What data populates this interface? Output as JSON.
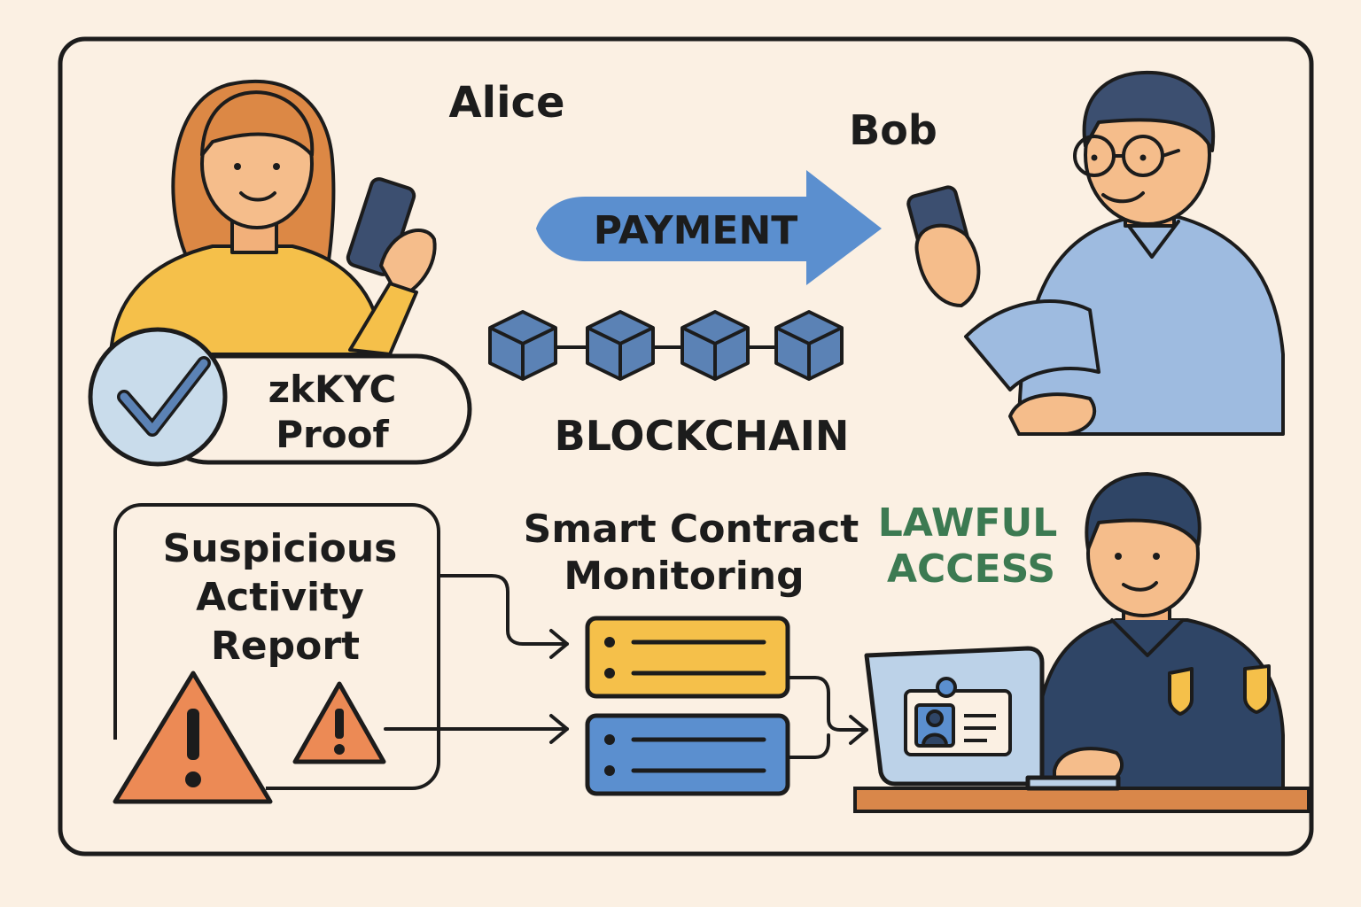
{
  "labels": {
    "alice": "Alice",
    "bob": "Bob",
    "payment": "PAYMENT",
    "blockchain": "BLOCKCHAIN",
    "zkkyc_line1": "zkKYC",
    "zkkyc_line2": "Proof",
    "sar_line1": "Suspicious",
    "sar_line2": "Activity",
    "sar_line3": "Report",
    "monitor_line1": "Smart Contract",
    "monitor_line2": "Monitoring",
    "lawful_line1": "LAWFUL",
    "lawful_line2": "ACCESS"
  },
  "colors": {
    "background": "#fbf0e3",
    "outline": "#1c1c1c",
    "payment_arrow": "#5b8fcf",
    "blocks": "#5b82b5",
    "check_circle": "#c9dceb",
    "warning": "#ec8a55",
    "server_yellow": "#f5c04a",
    "server_blue": "#5b8fcf",
    "lawful_text": "#3c7a52",
    "police_uniform": "#2f4566",
    "desk": "#d9874a",
    "laptop": "#bcd2e8"
  },
  "icons": [
    "woman-avatar",
    "man-avatar",
    "police-avatar",
    "phone-icon",
    "check-icon",
    "cube-icon",
    "warning-icon",
    "server-icon",
    "laptop-icon",
    "id-card-icon",
    "badge-icon"
  ]
}
